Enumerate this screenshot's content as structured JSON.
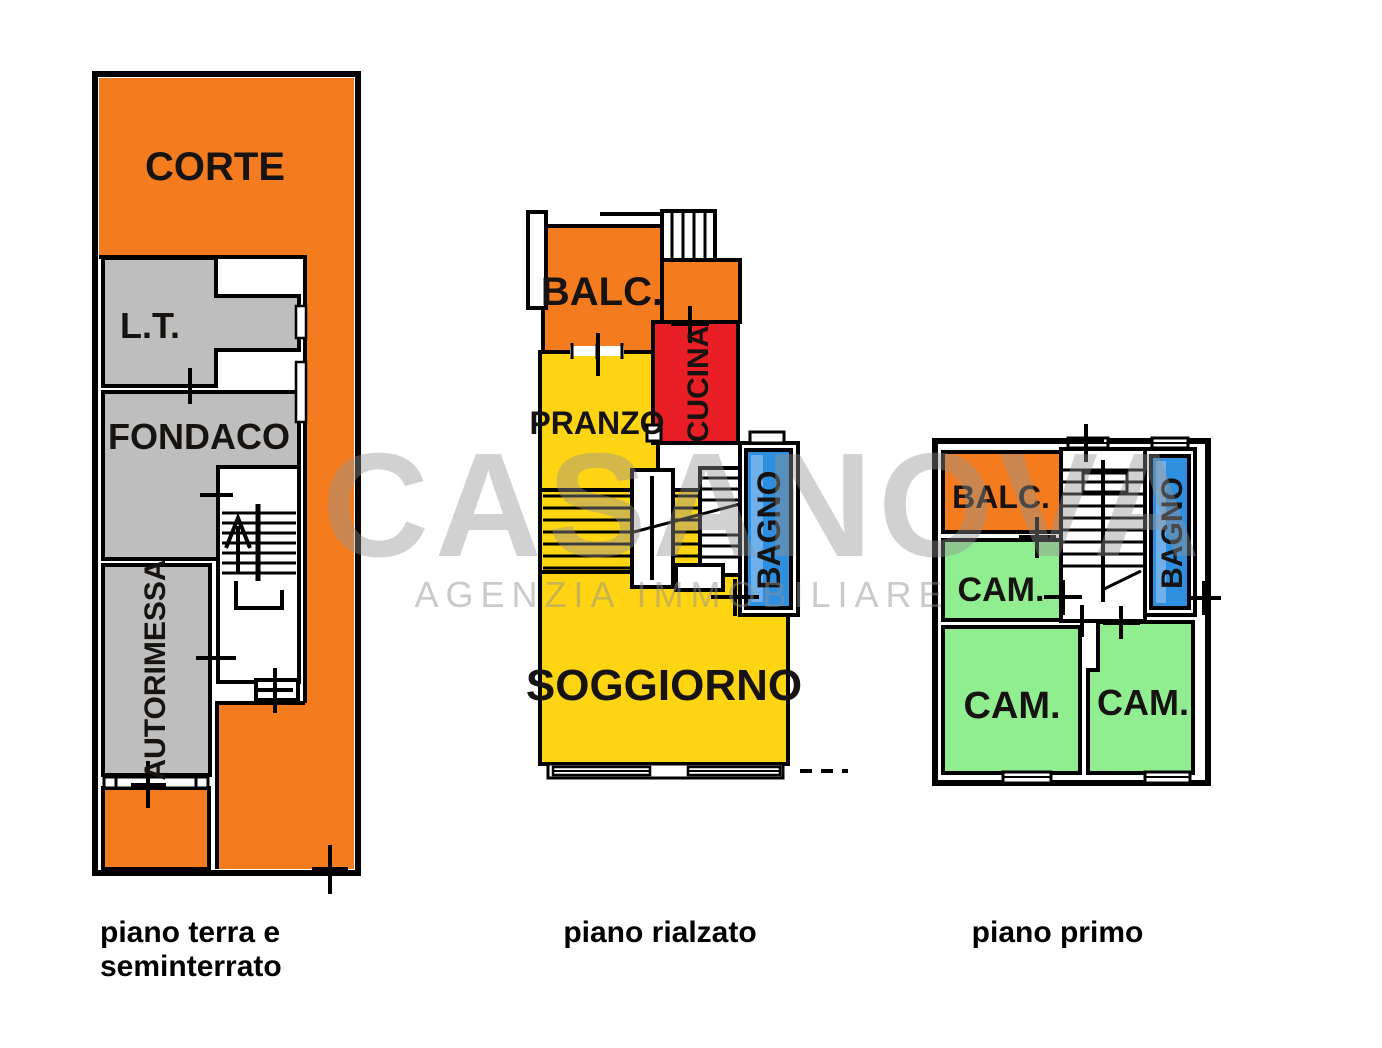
{
  "watermark": {
    "brand": "CASANOVA",
    "tagline": "AGENZIA IMMOBILIARE"
  },
  "floors": [
    {
      "id": "ground",
      "caption": [
        "piano terra e",
        "seminterrato"
      ],
      "rooms": [
        {
          "key": "corte",
          "label": "CORTE"
        },
        {
          "key": "lt",
          "label": "L.T."
        },
        {
          "key": "fondaco",
          "label": "FONDACO"
        },
        {
          "key": "autorimessa",
          "label": "AUTORIMESSA"
        }
      ]
    },
    {
      "id": "raised",
      "caption": [
        "piano rialzato"
      ],
      "rooms": [
        {
          "key": "balc",
          "label": "BALC."
        },
        {
          "key": "pranzo",
          "label": "PRANZO"
        },
        {
          "key": "cucina",
          "label": "CUCINA"
        },
        {
          "key": "bagno",
          "label": "BAGNO"
        },
        {
          "key": "soggiorno",
          "label": "SOGGIORNO"
        }
      ]
    },
    {
      "id": "first",
      "caption": [
        "piano primo"
      ],
      "rooms": [
        {
          "key": "balc",
          "label": "BALC."
        },
        {
          "key": "cam1",
          "label": "CAM."
        },
        {
          "key": "cam2",
          "label": "CAM."
        },
        {
          "key": "cam3",
          "label": "CAM."
        },
        {
          "key": "bagno",
          "label": "BAGNO"
        }
      ]
    }
  ],
  "colors": {
    "courtyard_balcony_orange": "#F57C1E",
    "service_gray": "#BEBEBE",
    "living_yellow": "#FFD513",
    "kitchen_red": "#EA1E25",
    "bath_blue": "#2E8FE0",
    "bath_blue_light": "#6FB0EA",
    "bedroom_green": "#90EE90",
    "walls_black": "#000000",
    "watermark_gray": "#C8C8C8"
  }
}
